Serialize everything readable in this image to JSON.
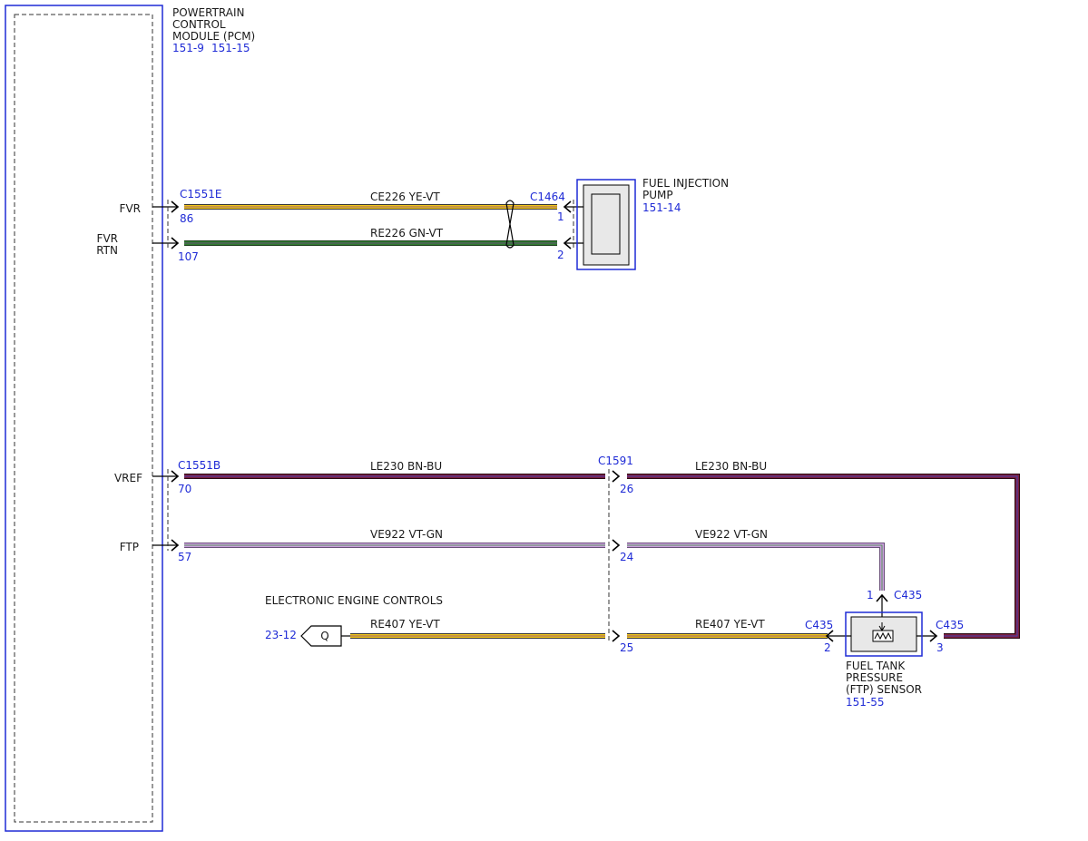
{
  "colors": {
    "blue_ref": "#1f2bd6",
    "yellow_wire": "#f2c618",
    "green_wire": "#2f7d2f",
    "brown_blue_wire": "#7a1f3d",
    "violet_green_wire": "#c9a0dc",
    "yellow_violet_wire": "#f2c618"
  },
  "pcm": {
    "title_lines": [
      "POWERTRAIN",
      "CONTROL",
      "MODULE (PCM)"
    ],
    "ref1": "151-9",
    "ref2": "151-15",
    "pins": {
      "fvr": "FVR",
      "fvr_rtn_1": "FVR",
      "fvr_rtn_2": "RTN",
      "vref": "VREF",
      "ftp": "FTP"
    }
  },
  "connectors": {
    "c1551e": "C1551E",
    "c1551b": "C1551B",
    "c1464": "C1464",
    "c1591": "C1591",
    "c435_top": "C435",
    "c435_left": "C435",
    "c435_right": "C435"
  },
  "pins": {
    "p86": "86",
    "p107": "107",
    "p70": "70",
    "p57": "57",
    "p1_pump": "1",
    "p2_pump": "2",
    "p26": "26",
    "p24": "24",
    "p25": "25",
    "p1_ftp": "1",
    "p2_ftp": "2",
    "p3_ftp": "3"
  },
  "wires": {
    "ce226": "CE226   YE-VT",
    "re226": "RE226   GN-VT",
    "le230_left": "LE230  BN-BU",
    "le230_right": "LE230   BN-BU",
    "ve922_left": "VE922   VT-GN",
    "ve922_right": "VE922   VT-GN",
    "re407_left": "RE407  YE-VT",
    "re407_right": "RE407   YE-VT"
  },
  "pump": {
    "title_lines": [
      "FUEL INJECTION",
      "PUMP"
    ],
    "ref": "151-14"
  },
  "ftp_sensor": {
    "title_lines": [
      "FUEL TANK",
      "PRESSURE",
      "(FTP) SENSOR"
    ],
    "ref": "151-55"
  },
  "eec": {
    "label": "ELECTRONIC ENGINE CONTROLS",
    "ref": "23-12",
    "flag": "Q"
  }
}
